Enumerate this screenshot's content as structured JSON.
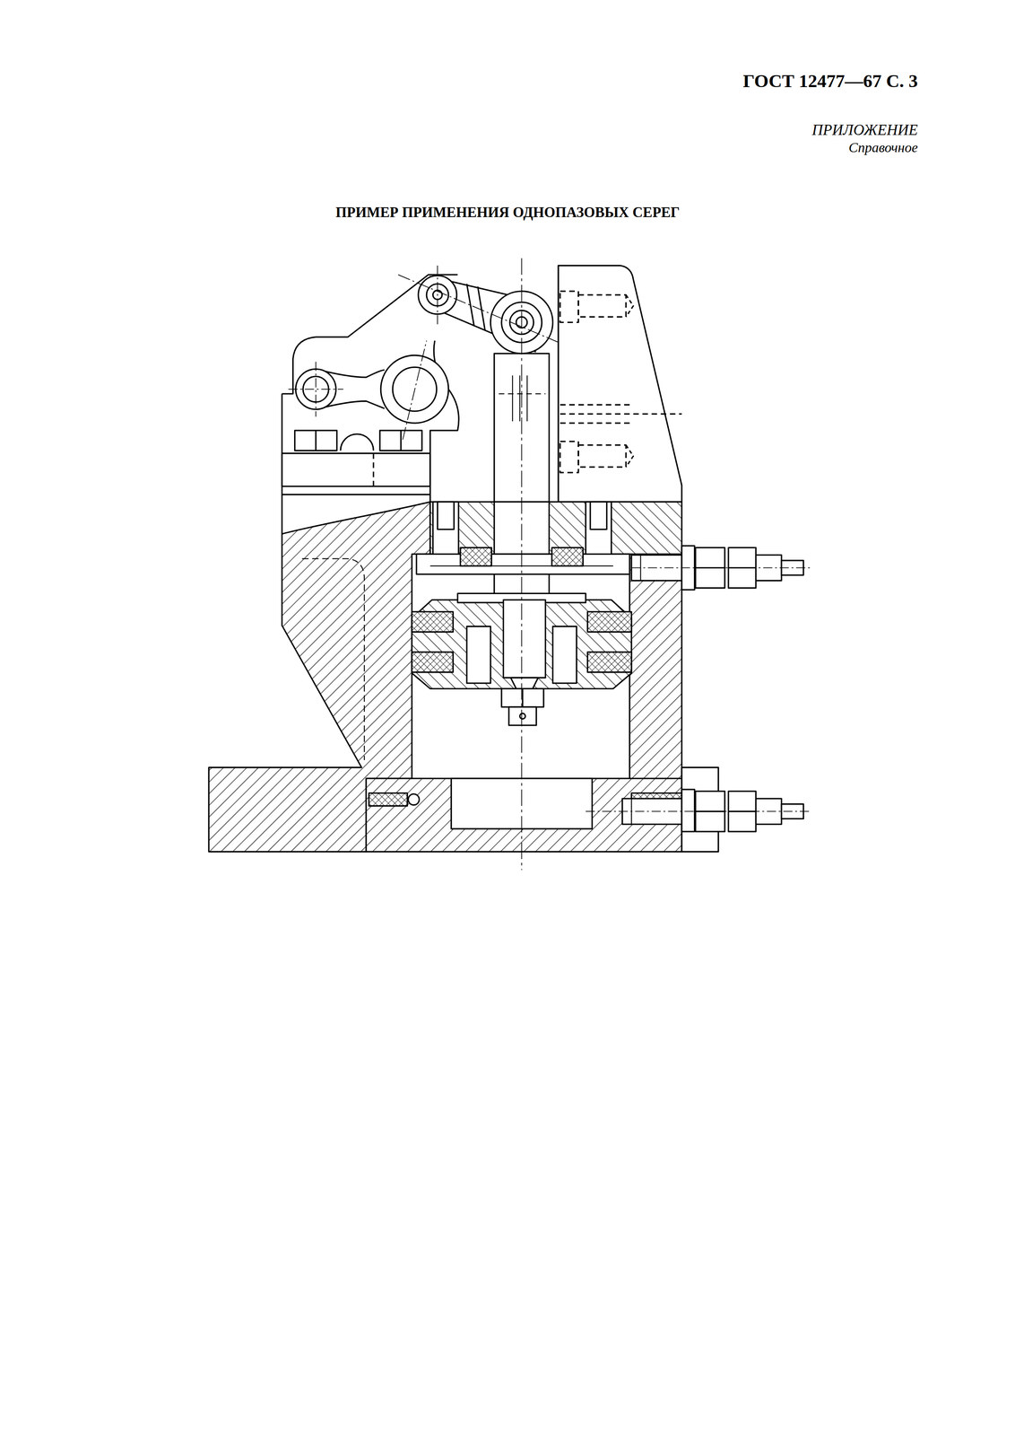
{
  "diagram": {
    "title": "ПРИМЕР ПРИМЕНЕНИЯ ОДНОПАЗОВЫХ СЕРЕГ",
    "labels": [
      "ГОСТ 12477—67 С. 3",
      "ПРИЛОЖЕНИЕ",
      "Справочное"
    ]
  }
}
